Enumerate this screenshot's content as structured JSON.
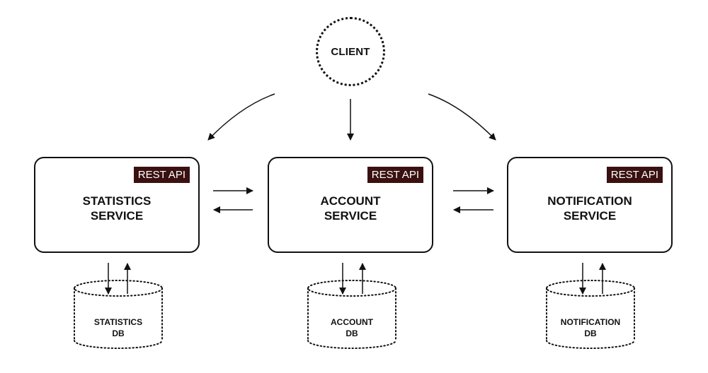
{
  "client": {
    "label": "CLIENT"
  },
  "badge_label": "REST API",
  "services": [
    {
      "line1": "STATISTICS",
      "line2": "SERVICE",
      "db_line1": "STATISTICS",
      "db_line2": "DB"
    },
    {
      "line1": "ACCOUNT",
      "line2": "SERVICE",
      "db_line1": "ACCOUNT",
      "db_line2": "DB"
    },
    {
      "line1": "NOTIFICATION",
      "line2": "SERVICE",
      "db_line1": "NOTIFICATION",
      "db_line2": "DB"
    }
  ],
  "colors": {
    "badge_bg": "#3a1010",
    "line": "#111111"
  }
}
